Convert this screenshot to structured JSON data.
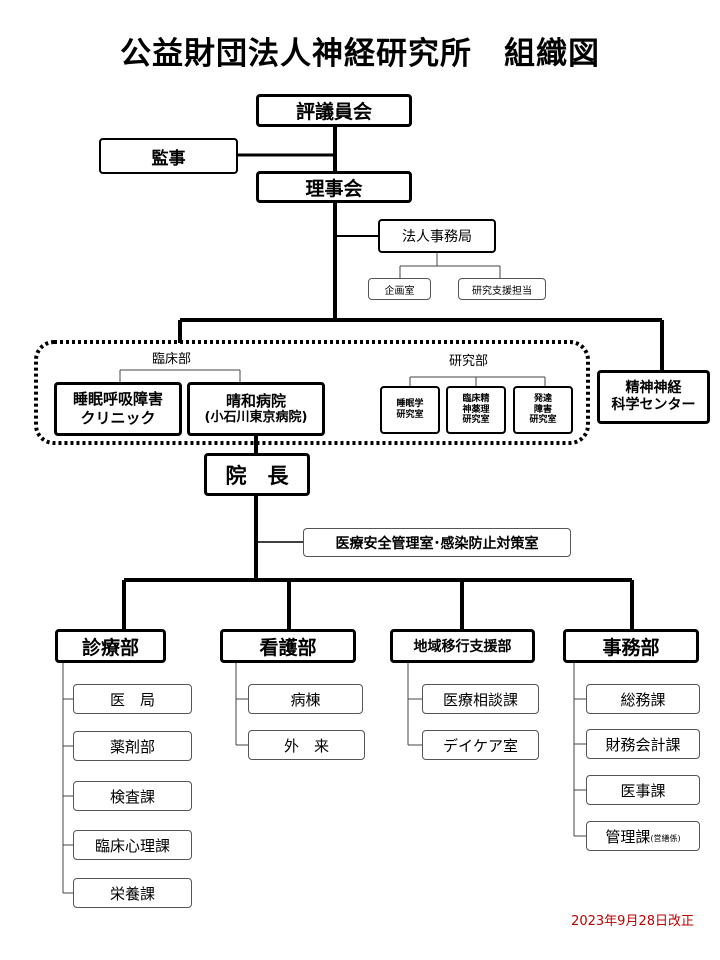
{
  "title": "公益財団法人神経研究所　組織図",
  "council": "評議員会",
  "auditor": "監事",
  "board": "理事会",
  "corporate_office": "法人事務局",
  "planning_office": "企画室",
  "research_support": "研究支援担当",
  "clinical_group": {
    "label": "臨床部",
    "sleep_clinic": [
      "睡眠呼吸障害",
      "クリニック"
    ],
    "seiwa_hospital": [
      "晴和病院",
      "(小石川東京病院)"
    ]
  },
  "research_group": {
    "label": "研究部",
    "labs": [
      [
        "睡眠学",
        "研究室"
      ],
      [
        "臨床精",
        "神薬理",
        "研究室"
      ],
      [
        "発達",
        "障害",
        "研究室"
      ]
    ]
  },
  "neuro_center": [
    "精神神経",
    "科学センター"
  ],
  "director": "院　長",
  "safety_office": "医療安全管理室･感染防止対策室",
  "departments": [
    {
      "name": "診療部",
      "units": [
        "医　局",
        "薬剤部",
        "検査課",
        "臨床心理課",
        "栄養課"
      ]
    },
    {
      "name": "看護部",
      "units": [
        "病棟",
        "外　来"
      ]
    },
    {
      "name": "地域移行支援部",
      "units": [
        "医療相談課",
        "デイケア室"
      ]
    },
    {
      "name": "事務部",
      "units": [
        "総務課",
        "財務会計課",
        "医事課",
        "管理課"
      ],
      "note": "(営繕係)"
    }
  ],
  "revision": "2023年9月28日改正"
}
